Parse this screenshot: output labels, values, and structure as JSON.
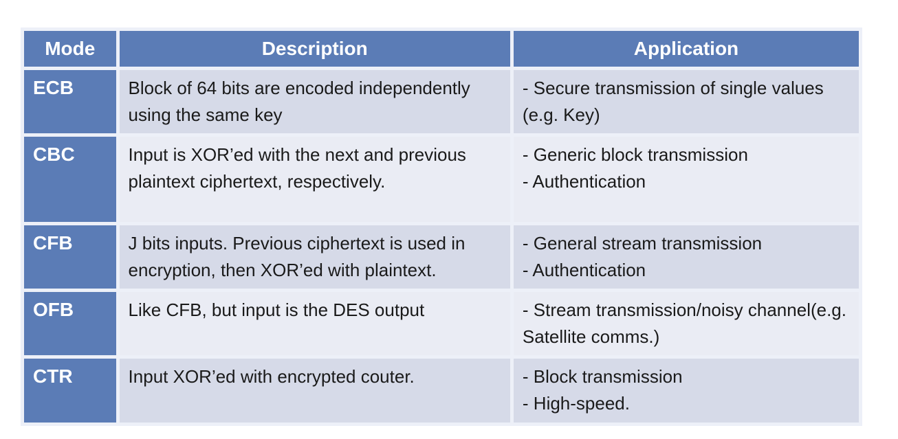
{
  "colors": {
    "header_bg": "#5b7cb6",
    "mode_col_bg": "#5b7cb6",
    "row_band_dark": "#d6dae8",
    "row_band_light": "#eaecf4",
    "header_text": "#ffffff",
    "body_text": "#1a1a1a"
  },
  "table": {
    "columns": [
      {
        "id": "mode",
        "label": "Mode"
      },
      {
        "id": "description",
        "label": "Description"
      },
      {
        "id": "application",
        "label": "Application"
      }
    ],
    "rows": [
      {
        "mode": "ECB",
        "description": "Block of 64 bits are encoded independently using the same key",
        "applications": [
          "- Secure transmission of single values (e.g. Key)"
        ]
      },
      {
        "mode": "CBC",
        "description": "Input is XOR’ed with the next and previous plaintext ciphertext, respectively.",
        "applications": [
          "- Generic block transmission",
          "- Authentication"
        ]
      },
      {
        "mode": "CFB",
        "description": "J bits inputs. Previous ciphertext is used in encryption, then XOR’ed with plaintext.",
        "applications": [
          "- General stream transmission",
          "- Authentication"
        ]
      },
      {
        "mode": "OFB",
        "description": "Like CFB, but input is the DES output",
        "applications": [
          "- Stream transmission/noisy channel(e.g. Satellite comms.)"
        ]
      },
      {
        "mode": "CTR",
        "description": "Input XOR’ed with encrypted couter.",
        "applications": [
          "- Block transmission",
          "- High-speed."
        ]
      }
    ]
  }
}
